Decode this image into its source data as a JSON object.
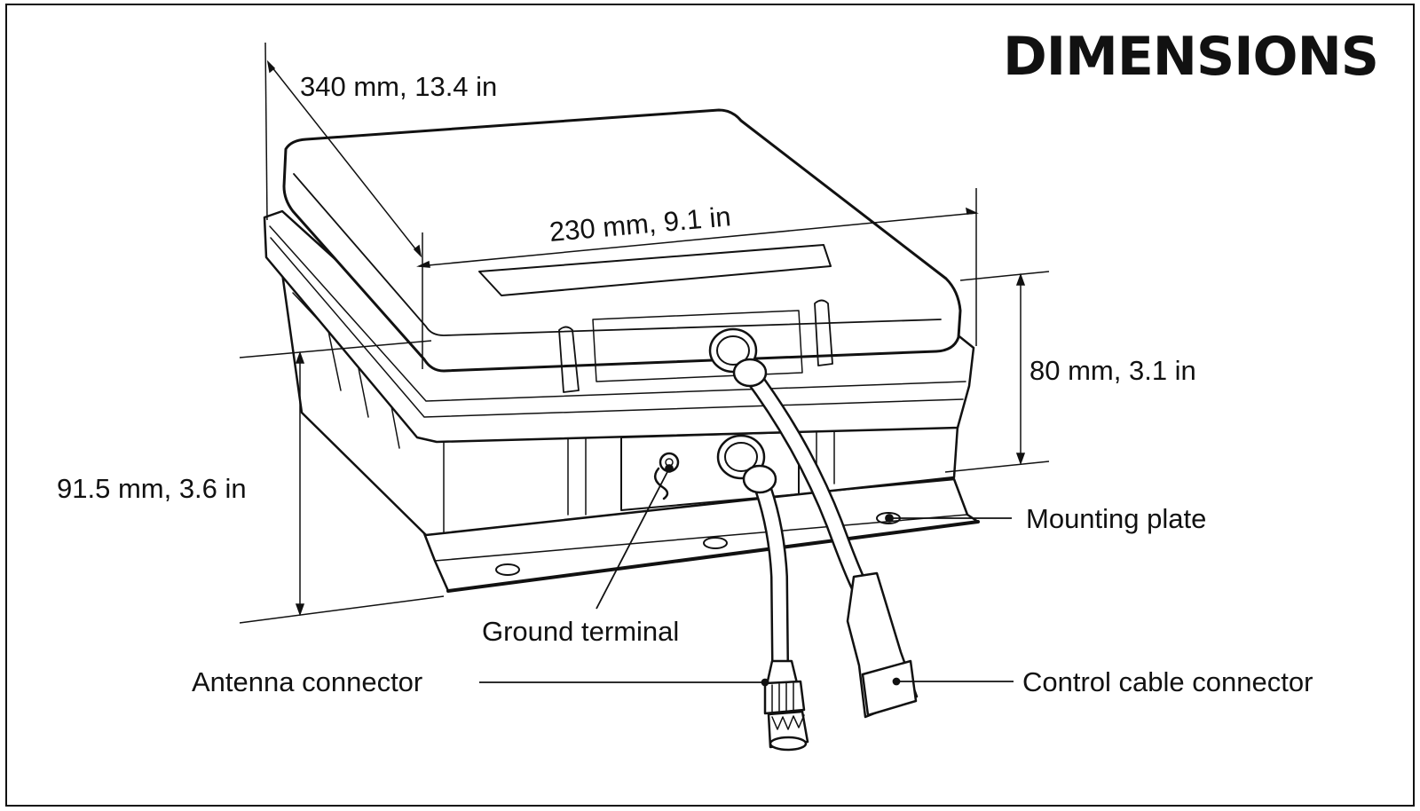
{
  "title": "DIMENSIONS",
  "dimensions": {
    "depth": "340 mm, 13.4 in",
    "width": "230 mm, 9.1 in",
    "height_body": "80 mm, 3.1 in",
    "height_total": "91.5 mm, 3.6 in"
  },
  "callouts": {
    "mounting_plate": "Mounting plate",
    "ground_terminal": "Ground terminal",
    "antenna_connector": "Antenna connector",
    "control_cable_connector": "Control cable connector"
  },
  "colors": {
    "ink": "#111111",
    "background": "#ffffff"
  }
}
